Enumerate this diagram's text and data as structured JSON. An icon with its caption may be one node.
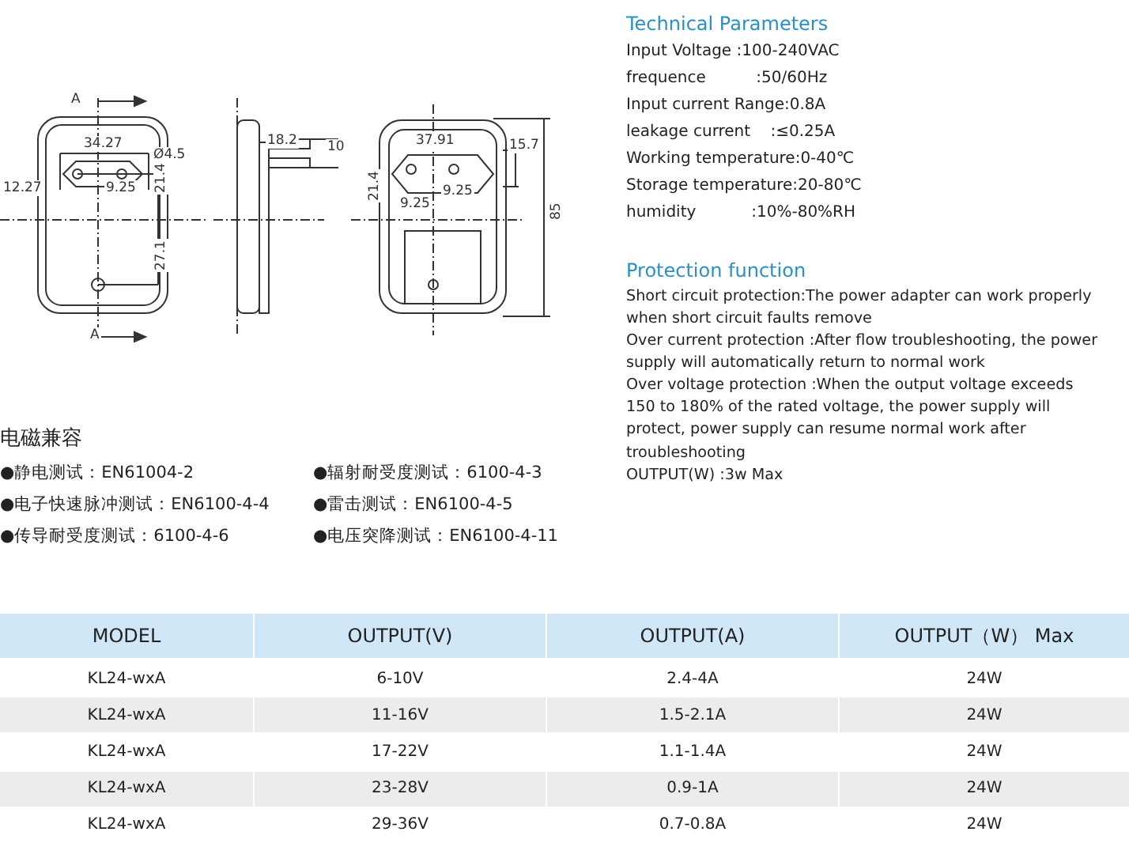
{
  "diagram": {
    "labels": [
      "A",
      "34.27",
      "Ø4.5",
      "12.27",
      "9.25",
      "21.4",
      "27.1",
      "A",
      "18.2",
      "10",
      "37.91",
      "15.7",
      "21.4",
      "9.25",
      "9.25",
      "85",
      "Technical Parameters",
      "Input Voltage :100-240VAC",
      "frequence          :50/60Hz",
      "Input current Range:0.8A",
      "leakage current    :≤0.25A",
      "Working temperature:0-40℃",
      "Storage temperature:20-80℃",
      "humidity           :10%-80%RH",
      "Protection function",
      "Short circuit protection:The power adapter can work properly when short circuit faults remove",
      "Over current protection :After flow troubleshooting, the power supply will automatically return to normal work",
      "Over voltage protection :When the output voltage exceeds 150 to 180% of the rated voltage, the power supply will protect, power supply can resume normal work after troubleshooting",
      "OUTPUT(W) :3w Max",
      "电磁兼容",
      "●静电测试：EN61004-2",
      "●辐射耐受度测试：6100-4-3",
      "●电子快速脉冲测试：EN6100-4-4",
      "●雷击测试：EN6100-4-5",
      "●传导耐受度测试：6100-4-6",
      "●电压突降测试：EN6100-4-11",
      "MODEL",
      "OUTPUT(V)",
      "OUTPUT(A)",
      "OUTPUT（W） Max",
      "KL24-wxA",
      "6-10V",
      "2.4-4A",
      "24W",
      "KL24-wxA",
      "11-16V",
      "1.5-2.1A",
      "24W",
      "KL24-wxA",
      "17-22V",
      "1.1-1.4A",
      "24W",
      "KL24-wxA",
      "23-28V",
      "0.9-1A",
      "24W",
      "KL24-wxA",
      "29-36V",
      "0.7-0.8A",
      "24W"
    ]
  }
}
